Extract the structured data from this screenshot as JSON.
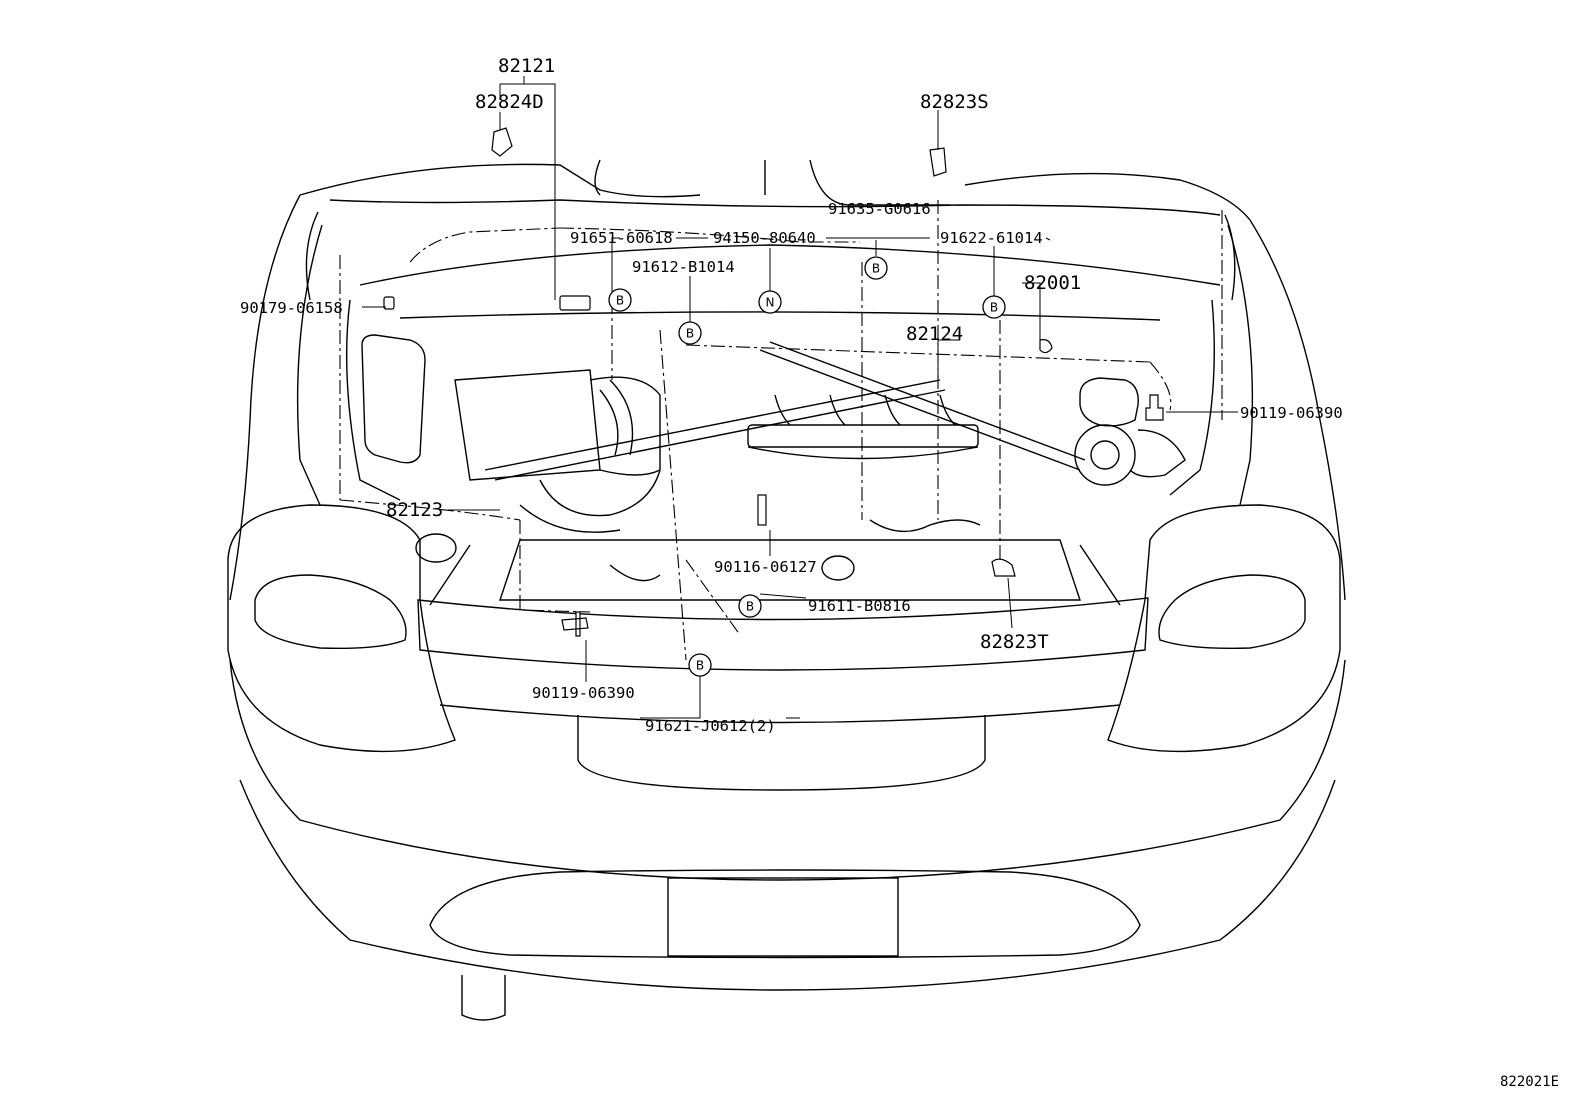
{
  "labels": {
    "p82121": "82121",
    "p82824D": "82824D",
    "p82823S": "82823S",
    "p91635": "91635-G0616",
    "p91651": "91651-60618",
    "p94150": "94150-80640",
    "p91622": "91622-61014",
    "p91612": "91612-B1014",
    "p82001": "82001",
    "p90179": "90179-06158",
    "p82124": "82124",
    "p90119_right": "90119-06390",
    "p82123": "82123",
    "p90116": "90116-06127",
    "p91611": "91611-B0816",
    "p82823T": "82823T",
    "p90119_left": "90119-06390",
    "p91621": "91621-J0612(2)"
  },
  "badges": {
    "b1": "B",
    "b2": "B",
    "b3": "N",
    "b4": "B",
    "b5": "B",
    "b6": "B",
    "b7": "B"
  },
  "figure_code": "822021E"
}
